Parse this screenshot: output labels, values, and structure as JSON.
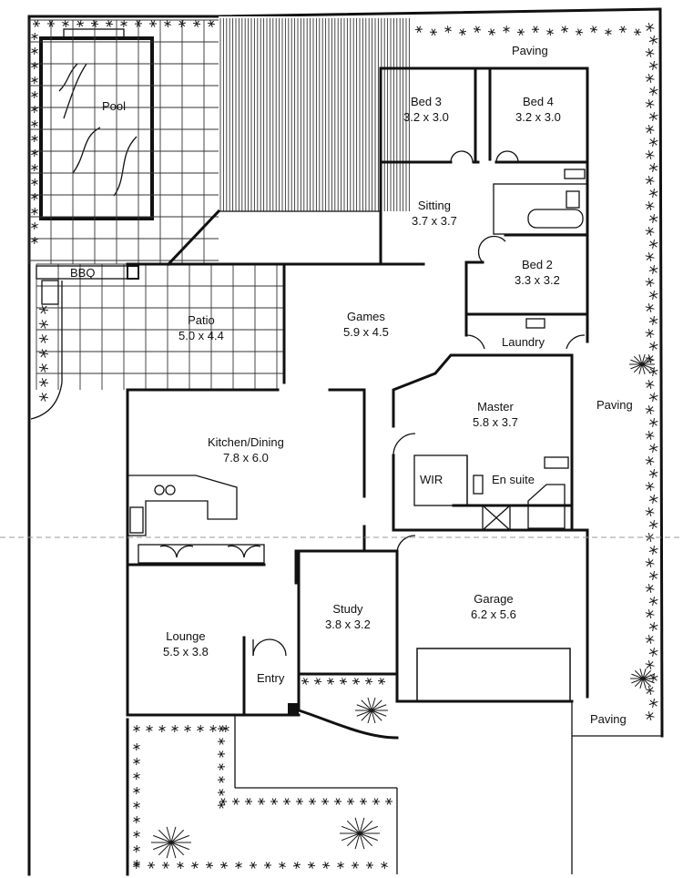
{
  "plan": {
    "rooms": [
      {
        "name": "Pool",
        "dims": ""
      },
      {
        "name": "Paving",
        "dims": ""
      },
      {
        "name": "Bed 3",
        "dims": "3.2 x 3.0"
      },
      {
        "name": "Bed 4",
        "dims": "3.2 x 3.0"
      },
      {
        "name": "Sitting",
        "dims": "3.7 x 3.7"
      },
      {
        "name": "Bed 2",
        "dims": "3.3 x 3.2"
      },
      {
        "name": "BBQ",
        "dims": ""
      },
      {
        "name": "Patio",
        "dims": "5.0 x 4.4"
      },
      {
        "name": "Games",
        "dims": "5.9 x 4.5"
      },
      {
        "name": "Laundry",
        "dims": ""
      },
      {
        "name": "Paving",
        "dims": ""
      },
      {
        "name": "Master",
        "dims": "5.8 x 3.7"
      },
      {
        "name": "Kitchen/Dining",
        "dims": "7.8 x 6.0"
      },
      {
        "name": "WIR",
        "dims": ""
      },
      {
        "name": "En suite",
        "dims": ""
      },
      {
        "name": "Garage",
        "dims": "6.2 x 5.6"
      },
      {
        "name": "Study",
        "dims": "3.8 x 3.2"
      },
      {
        "name": "Lounge",
        "dims": "5.5 x 3.8"
      },
      {
        "name": "Entry",
        "dims": ""
      },
      {
        "name": "Paving",
        "dims": ""
      }
    ]
  }
}
